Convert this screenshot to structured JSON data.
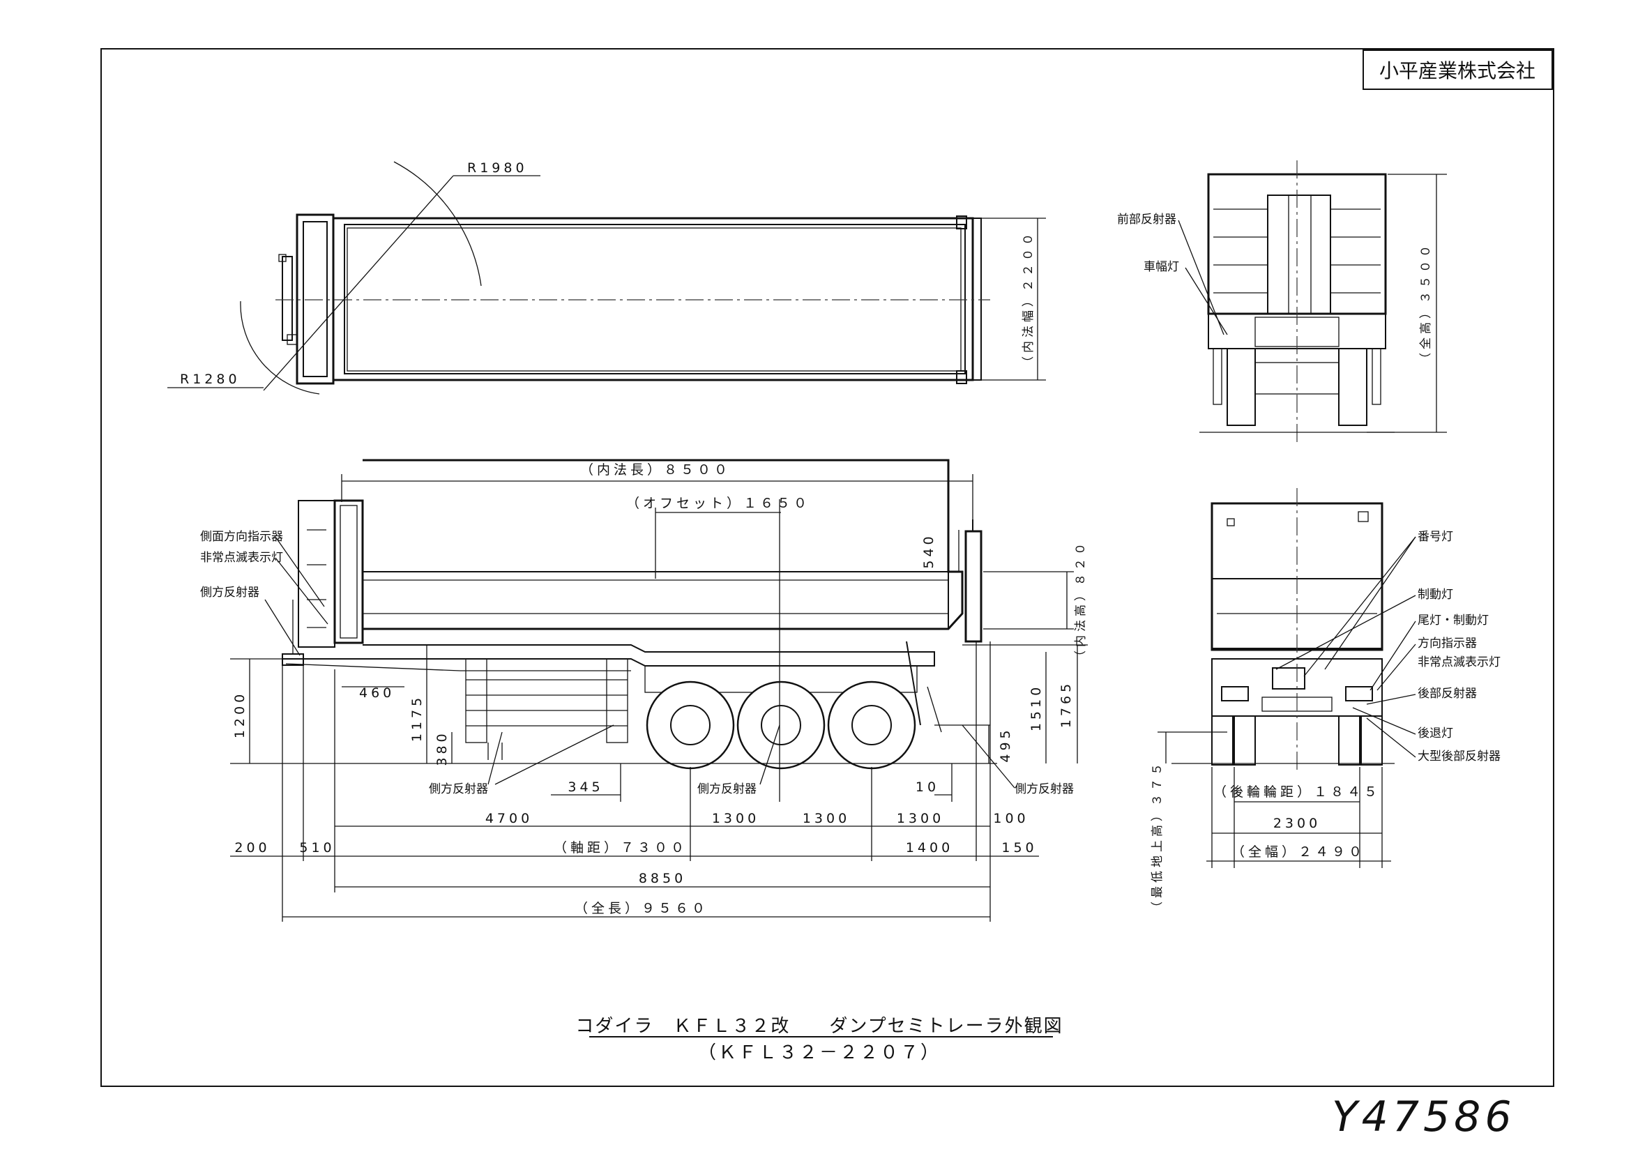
{
  "company": "小平産業株式会社",
  "doc_number": "Y47586",
  "title": {
    "line1": "コダイラ　ＫＦＬ３２改　　ダンプセミトレーラ外観図",
    "line2": "（ＫＦＬ３２－２２０７）"
  },
  "top_view": {
    "radius_front": "R1980",
    "radius_rear": "R1280",
    "inner_width": "（内法幅）２２００"
  },
  "side_view": {
    "inner_length": "（内法長）８５００",
    "offset": "（オフセット）１６５０",
    "dim_540": "540",
    "inner_height": "（内法高）８２０",
    "dim_1765": "1765",
    "dim_1510": "1510",
    "dim_1200": "1200",
    "dim_1175": "1175",
    "dim_380": "380",
    "dim_495": "495",
    "dim_460": "460",
    "dim_345": "345",
    "dim_10": "10",
    "dim_4700": "4700",
    "dim_1300a": "1300",
    "dim_1300b": "1300",
    "dim_1300c": "1300",
    "dim_100": "100",
    "dim_200": "200",
    "dim_510": "510",
    "wheelbase": "（軸距）７３００",
    "dim_1400": "1400",
    "dim_150": "150",
    "dim_8850": "8850",
    "overall_length": "（全長）９５６０",
    "labels": {
      "side_turn_signal": "側面方向指示器",
      "hazard_lamp_1": "非常点滅表示灯",
      "side_reflector_1": "側方反射器",
      "side_reflector_2": "側方反射器",
      "side_reflector_3": "側方反射器",
      "side_reflector_4": "側方反射器"
    }
  },
  "front_view": {
    "front_reflector": "前部反射器",
    "width_lamp": "車幅灯",
    "overall_height": "（全高）３５００"
  },
  "rear_view": {
    "license_lamp": "番号灯",
    "brake_lamp": "制動灯",
    "tail_brake_lamp": "尾灯・制動灯",
    "turn_signal": "方向指示器",
    "hazard_lamp_2": "非常点滅表示灯",
    "rear_reflector": "後部反射器",
    "reverse_lamp": "後退灯",
    "large_rear_reflector": "大型後部反射器",
    "rear_tread": "（後輪輪距）１８４５",
    "dim_2300": "2300",
    "overall_width": "（全幅）２４９０",
    "min_ground_clearance": "（最低地上高）３７５"
  }
}
